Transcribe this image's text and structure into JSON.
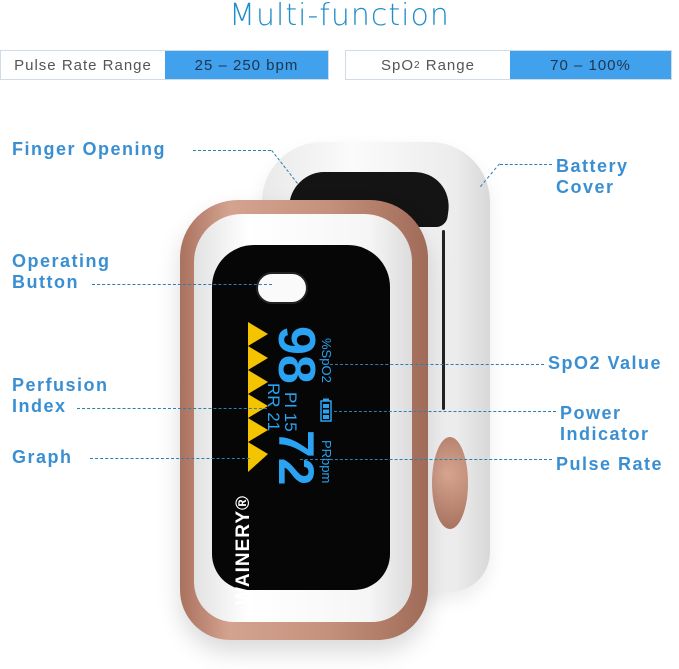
{
  "header": {
    "title": "Multi-function"
  },
  "ranges": [
    {
      "label": "Pulse Rate Range",
      "value": "25 – 250 bpm"
    },
    {
      "label_main": "SpO",
      "label_sub": "2",
      "label_rest": " Range",
      "value": "70 – 100%"
    }
  ],
  "callouts": {
    "finger_opening": "Finger Opening",
    "operating_button": [
      "Operating",
      "Button"
    ],
    "perfusion_index": [
      "Perfusion",
      "Index"
    ],
    "graph": "Graph",
    "battery_cover": [
      "Battery",
      "Cover"
    ],
    "spo2_value": "SpO2 Value",
    "power_indicator": [
      "Power",
      "Indicator"
    ],
    "pulse_rate": "Pulse Rate"
  },
  "device": {
    "brand": "WAINERY®",
    "display": {
      "spo2": "98",
      "spo2_unit": "%SpO2",
      "pi_label": "PI",
      "pi_value": "15",
      "rr_label": "RR",
      "rr_value": "21",
      "pr": "72",
      "pr_unit": "PRbpm",
      "battery_icon": "battery-icon"
    }
  },
  "colors": {
    "accent": "#42a1ec",
    "label_blue": "#3a8fd2",
    "title_blue": "#1f8dc8",
    "bronze": "#c4917c",
    "display_blue": "#29a3f2",
    "graph_yellow": "#f5c400"
  }
}
